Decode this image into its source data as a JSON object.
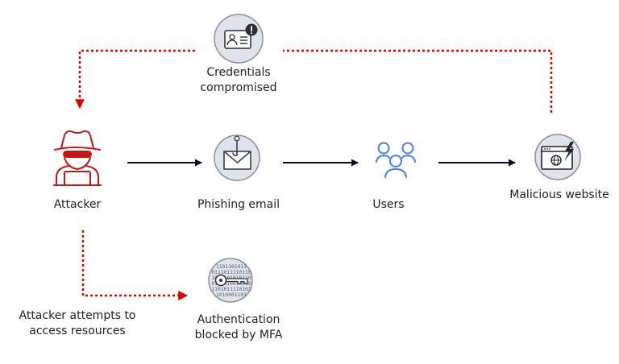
{
  "colors": {
    "attack_path": "#e00000",
    "flow_arrow": "#0a0a28",
    "icon_circle_fill": "#dfe3ec",
    "icon_circle_stroke": "#8a8f9a",
    "attacker_icon": "#c01818",
    "users_icon": "#4a7fe0"
  },
  "nodes": {
    "attacker": {
      "label": "Attacker",
      "icon": "hacker-icon"
    },
    "phishing": {
      "label": "Phishing email",
      "icon": "phishing-email-icon"
    },
    "users": {
      "label": "Users",
      "icon": "users-icon"
    },
    "malicious": {
      "label": "Malicious website",
      "icon": "malicious-website-icon"
    },
    "credentials": {
      "line1": "Credentials",
      "line2": "compromised",
      "icon": "id-card-alert-icon"
    },
    "mfa": {
      "line1": "Authentication",
      "line2": "blocked by MFA",
      "icon": "binary-key-icon"
    },
    "attempt": {
      "line1": "Attacker attempts to",
      "line2": "access resources"
    }
  },
  "mfa_binary": [
    "1101101011",
    "0111011110110",
    "1011101010110",
    "0101010010010",
    "1101011110101",
    "1010001101"
  ]
}
